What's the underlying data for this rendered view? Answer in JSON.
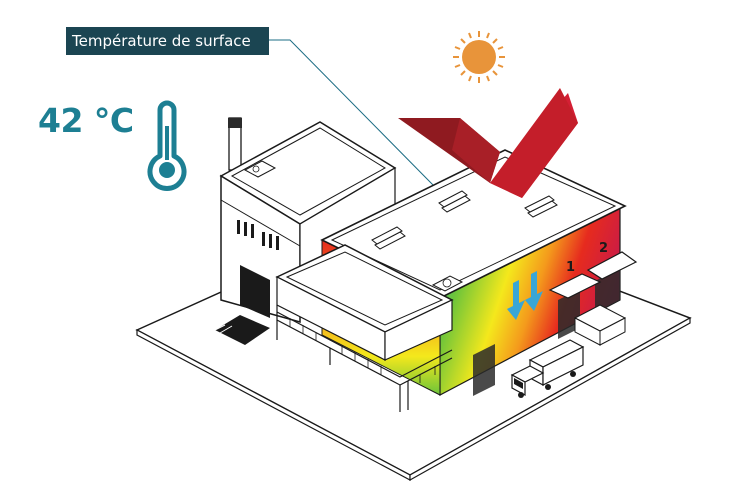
{
  "annotation": {
    "label": "Température de surface"
  },
  "temperature": {
    "value": "42 °C"
  },
  "doors": {
    "door_1": "1",
    "door_2": "2"
  },
  "icons": {
    "sun": "sun-icon",
    "thermometer": "thermometer-icon",
    "radiation": "radiation-arrow-icon",
    "heat_flow": "heat-flow-arrow-icon",
    "truck": "truck-icon"
  },
  "colors": {
    "label_bg": "#1b4552",
    "temp_text": "#1d7f93",
    "thermometer": "#1d7f93",
    "sun": "#e8943a",
    "radiation": "#c41e2a",
    "heat_flow": "#3aa6d6",
    "heat_hot": "#e62b1e",
    "heat_warm": "#f4e81c",
    "heat_cool": "#6cc43a",
    "heat_cold": "#3ab0d8"
  }
}
